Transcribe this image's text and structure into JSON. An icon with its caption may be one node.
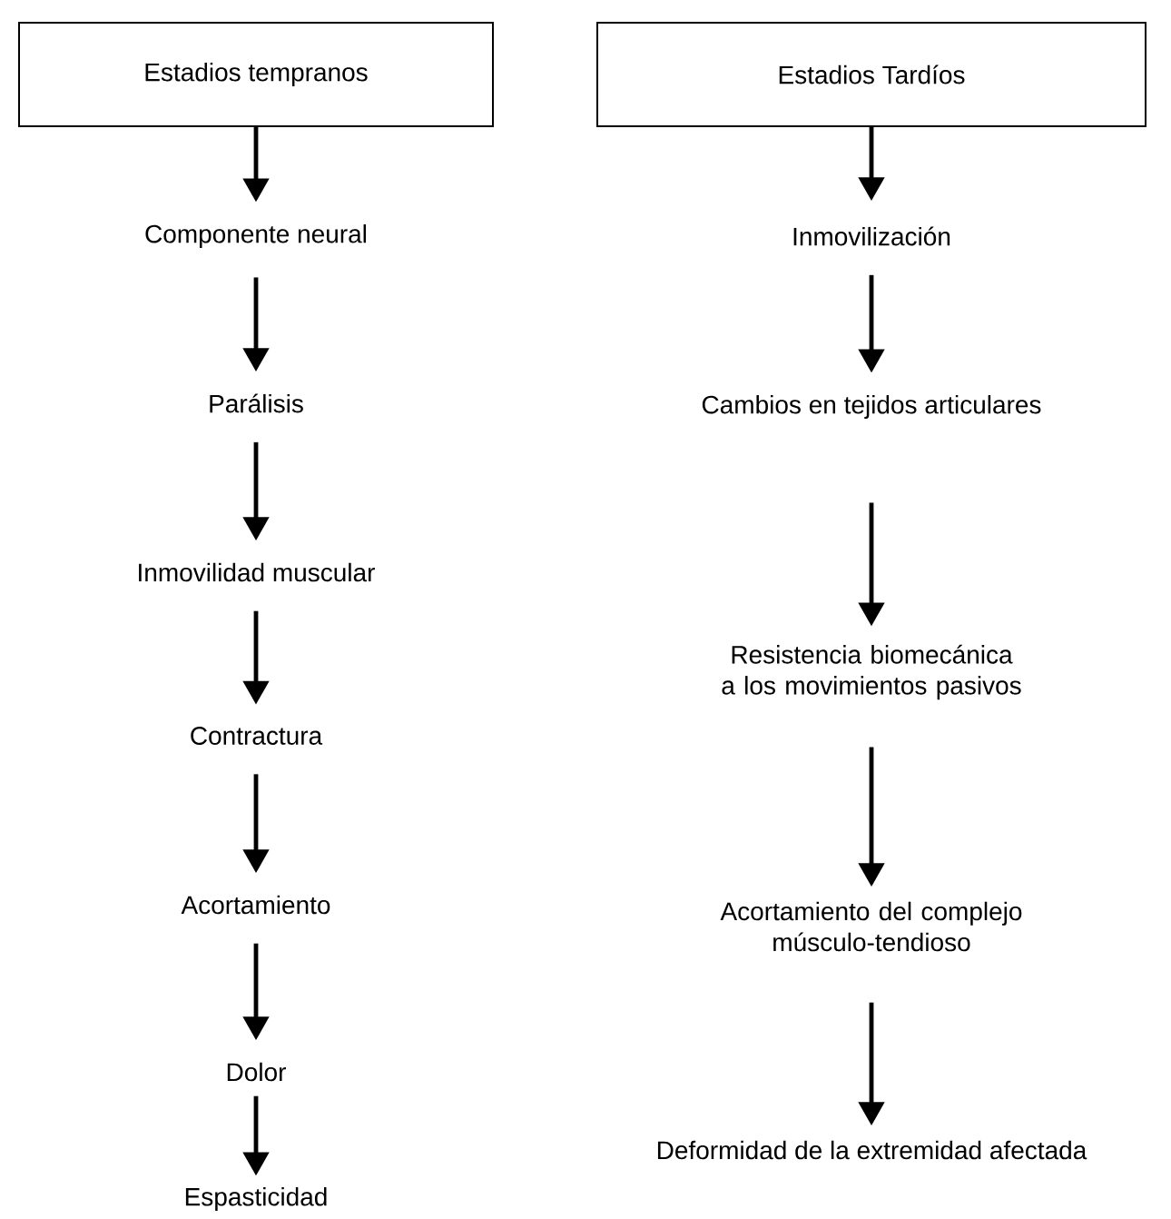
{
  "diagram": {
    "nodes": [
      {
        "text": [
          "Estadios tempranos"
        ]
      },
      {
        "text": [
          "Componente neural"
        ]
      },
      {
        "text": [
          "Parálisis"
        ]
      },
      {
        "text": [
          "Inmovilidad muscular"
        ]
      },
      {
        "text": [
          "Contractura"
        ]
      },
      {
        "text": [
          "Acortamiento"
        ]
      },
      {
        "text": [
          "Dolor"
        ]
      },
      {
        "text": [
          "Espasticidad"
        ]
      },
      {
        "text": [
          "Estadios Tardíos"
        ]
      },
      {
        "text": [
          "Inmovilización"
        ]
      },
      {
        "text": [
          "Cambios en tejidos articulares"
        ]
      },
      {
        "text": [
          "Resistencia biomecánica a los movimientos pasivos"
        ]
      },
      {
        "text": [
          "Acortamiento del complejo músculo-tendioso"
        ]
      },
      {
        "text": [
          "Deformidad de la extremidad afectada"
        ]
      }
    ],
    "edges": [
      {
        "from": 0,
        "to": 1,
        "arrow": "to"
      },
      {
        "from": 1,
        "to": 2,
        "arrow": "to"
      },
      {
        "from": 2,
        "to": 3,
        "arrow": "to"
      },
      {
        "from": 3,
        "to": 4,
        "arrow": "to"
      },
      {
        "from": 4,
        "to": 5,
        "arrow": "to"
      },
      {
        "from": 5,
        "to": 6,
        "arrow": "to"
      },
      {
        "from": 6,
        "to": 7,
        "arrow": "to"
      },
      {
        "from": 8,
        "to": 9,
        "arrow": "to"
      },
      {
        "from": 9,
        "to": 10,
        "arrow": "to"
      },
      {
        "from": 10,
        "to": 11,
        "arrow": "to"
      },
      {
        "from": 11,
        "to": 12,
        "arrow": "to"
      },
      {
        "from": 12,
        "to": 13,
        "arrow": "to"
      }
    ]
  }
}
